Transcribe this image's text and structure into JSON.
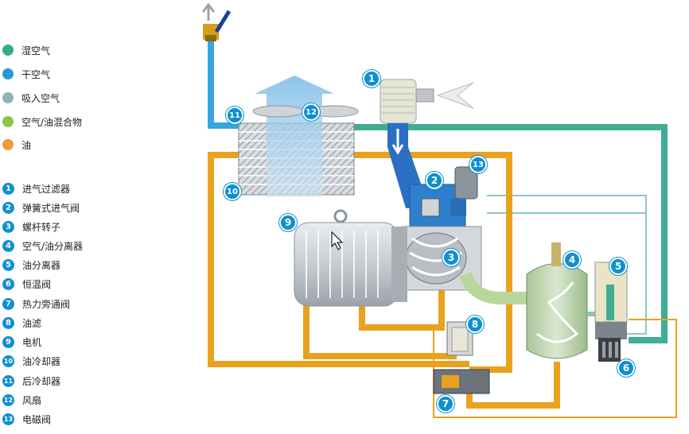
{
  "colors": {
    "wet_air": "#3aaa8c",
    "dry_air": "#2b96d6",
    "intake_air": "#8fb3b8",
    "air_oil_mix": "#8cc63f",
    "oil": "#f29a3a",
    "badge": "#0f8fd0",
    "oil_line": "#e8a21e",
    "dry_line": "#37a6dc",
    "wet_line": "#3fae92"
  },
  "legend": {
    "flows": [
      {
        "label": "湿空气",
        "color": "#3aaa8c"
      },
      {
        "label": "干空气",
        "color": "#2b96d6"
      },
      {
        "label": "吸入空气",
        "color": "#8fb3b8"
      },
      {
        "label": "空气/油混合物",
        "color": "#8cc63f"
      },
      {
        "label": "油",
        "color": "#f29a3a"
      }
    ],
    "components": [
      {
        "num": "1",
        "label": "进气过滤器"
      },
      {
        "num": "2",
        "label": "弹簧式进气阀"
      },
      {
        "num": "3",
        "label": "螺杆转子"
      },
      {
        "num": "4",
        "label": "空气/油分离器"
      },
      {
        "num": "5",
        "label": "油分离器"
      },
      {
        "num": "6",
        "label": "恒温阀"
      },
      {
        "num": "7",
        "label": "热力旁通阀"
      },
      {
        "num": "8",
        "label": "油滤"
      },
      {
        "num": "9",
        "label": "电机"
      },
      {
        "num": "10",
        "label": "油冷却器"
      },
      {
        "num": "11",
        "label": "后冷却器"
      },
      {
        "num": "12",
        "label": "风扇"
      },
      {
        "num": "13",
        "label": "电磁阀"
      }
    ]
  },
  "callouts": [
    "1",
    "2",
    "3",
    "4",
    "5",
    "6",
    "7",
    "8",
    "9",
    "10",
    "11",
    "12",
    "13"
  ]
}
